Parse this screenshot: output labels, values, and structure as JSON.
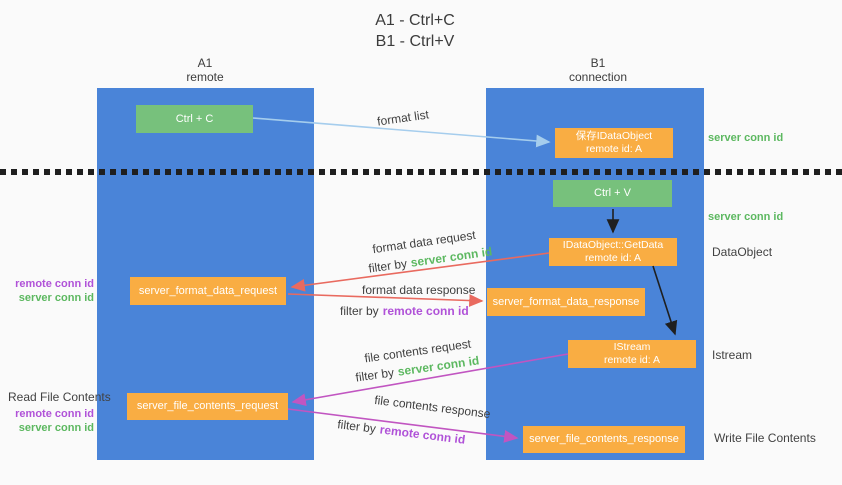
{
  "title": {
    "line1": "A1 - Ctrl+C",
    "line2": "B1 - Ctrl+V"
  },
  "colors": {
    "lifeline_blue": "#4a84d8",
    "node_green": "#77c17c",
    "node_orange": "#f9ad43",
    "text_green": "#5cb860",
    "text_purple": "#b052d8",
    "arrow_lightblue": "#a5cded",
    "arrow_red": "#e96a5f",
    "arrow_magenta": "#c155c1",
    "arrow_black": "#1f1f1f"
  },
  "lifelines": {
    "a1": {
      "name": "A1",
      "role": "remote"
    },
    "b1": {
      "name": "B1",
      "role": "connection"
    }
  },
  "nodes": {
    "ctrl_c": "Ctrl + C",
    "ctrl_v": "Ctrl + V",
    "save_idataobject": {
      "line1": "保存IDataObject",
      "line2": "remote id: A"
    },
    "getdata": {
      "line1": "IDataObject::GetData",
      "line2": "remote id: A"
    },
    "istream": {
      "line1": "IStream",
      "line2": "remote id: A"
    },
    "format_request": "server_format_data_request",
    "format_response": "server_format_data_response",
    "file_request": "server_file_contents_request",
    "file_response": "server_file_contents_response"
  },
  "side_labels": {
    "server_conn_id_top": "server conn id",
    "server_conn_id_mid": "server conn id",
    "dataobject": "DataObject",
    "istream": "Istream",
    "write_file_contents": "Write File Contents",
    "read_file_contents": "Read File Contents",
    "remote_conn_id_1": "remote conn id",
    "server_conn_id_1": "server conn id",
    "remote_conn_id_2": "remote conn id",
    "server_conn_id_2": "server conn id"
  },
  "arrow_labels": {
    "format_list": "format list",
    "format_data_request": "format data request",
    "filter_server_1": {
      "prefix": "filter by",
      "highlight": "server conn id"
    },
    "format_data_response": "format data response",
    "filter_remote_1": {
      "prefix": "filter by",
      "highlight": "remote conn id"
    },
    "file_contents_request": "file contents request",
    "filter_server_2": {
      "prefix": "filter by",
      "highlight": "server conn id"
    },
    "file_contents_response": "file contents response",
    "filter_remote_2": {
      "prefix": "filter by",
      "highlight": "remote conn id"
    }
  }
}
